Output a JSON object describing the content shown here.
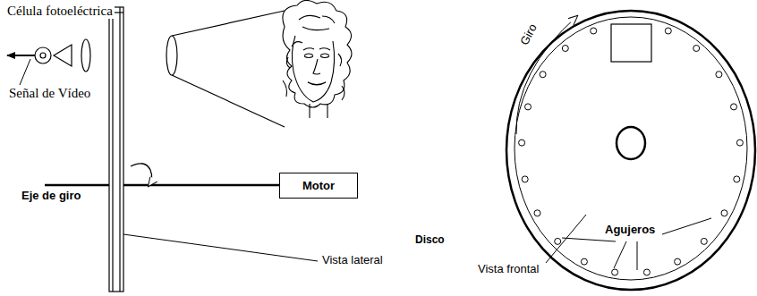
{
  "diagram": {
    "nodes": [
      {
        "text": [
          "Motor"
        ]
      }
    ],
    "labels": [
      "Célula fotoeléctrica",
      "Señal de Vídeo",
      "Eje de giro",
      "Disco",
      "Vista lateral",
      "Giro",
      "Vista frontal",
      "Agujeros"
    ]
  }
}
